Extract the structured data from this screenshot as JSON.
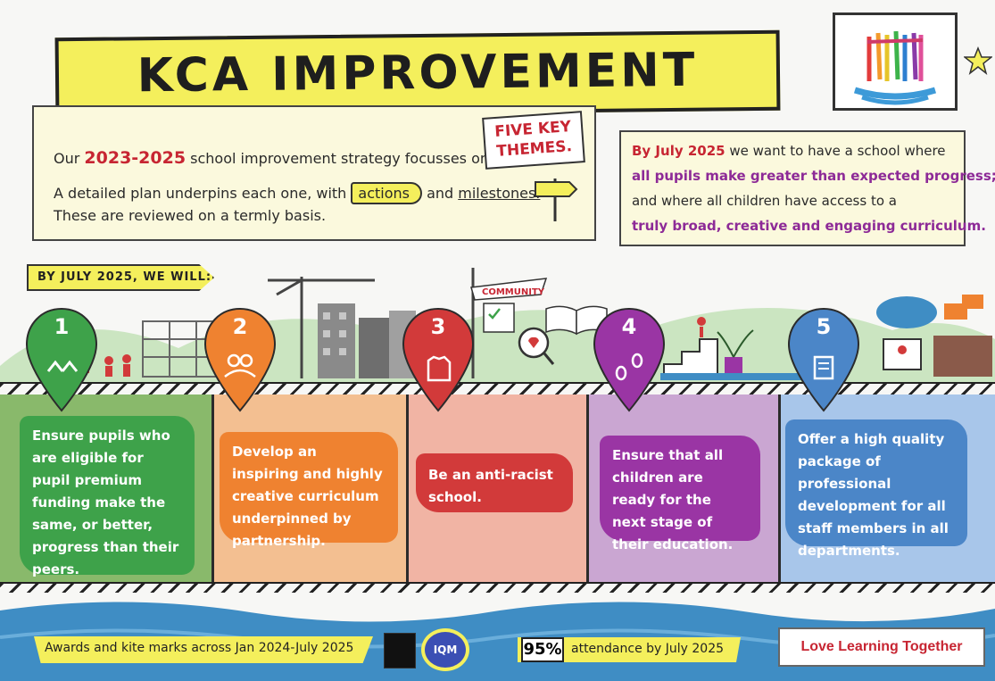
{
  "title": "KCA IMPROVEMENT STRATEGY",
  "intro": {
    "line1_a": "Our ",
    "line1_years": "2023-2025",
    "line1_b": " school improvement strategy focusses on",
    "line2_a": "A detailed plan underpins each one, with ",
    "line2_actions": "actions",
    "line2_b": " and ",
    "line2_milestones": "milestones.",
    "line3": "These are reviewed on a termly basis."
  },
  "five_key_themes": [
    "FIVE KEY",
    "THEMES."
  ],
  "goal": {
    "l1_a": "By July 2025",
    "l1_b": " we want to have a school where",
    "l2": "all pupils make greater than expected progress;",
    "l3": "and where all children have access to a",
    "l4": "truly broad, creative and engaging curriculum."
  },
  "by_july_label": "BY JULY 2025, WE WILL:",
  "community_label": "COMMUNITY",
  "themes": [
    {
      "number": "1",
      "text": "Ensure pupils who are eligible for pupil premium funding make the same, or better, progress than their peers.",
      "color": "#3ea24a"
    },
    {
      "number": "2",
      "text": "Develop an inspiring and highly creative curriculum underpinned by partnership.",
      "color": "#ef8230"
    },
    {
      "number": "3",
      "text": "Be an anti-racist school.",
      "color": "#d23a3a"
    },
    {
      "number": "4",
      "text": "Ensure that all children are ready for the next stage of their education.",
      "color": "#9a35a4"
    },
    {
      "number": "5",
      "text": "Offer a high quality package of professional development for all staff members in all departments.",
      "color": "#4b86c8"
    }
  ],
  "footer": {
    "awards": "Awards and kite marks across Jan 2024-July 2025",
    "iqm": "IQM",
    "attendance_pct": "95%",
    "attendance_text": "attendance by July 2025",
    "tagline": "Love Learning Together"
  }
}
